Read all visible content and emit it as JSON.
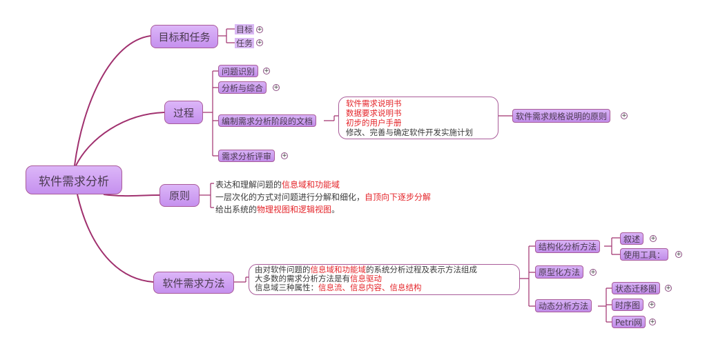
{
  "root": {
    "label": "软件需求分析"
  },
  "branches": {
    "goals": {
      "label": "目标和任务",
      "children": [
        "目标",
        "任务"
      ]
    },
    "process": {
      "label": "过程",
      "children": [
        "问题识别",
        "分析与综合",
        "编制需求分析阶段的文档",
        "需求分析评审"
      ],
      "documents": [
        "软件需求说明书",
        "数据要求说明书",
        "初步的用户手册",
        "修改、完善与确定软件开发实施计划"
      ],
      "spec_principle": "软件需求规格说明的原则"
    },
    "principles": {
      "label": "原则",
      "lines": [
        {
          "prefix": "表达和理解问题的",
          "highlight": "信息域和功能域",
          "suffix": ""
        },
        {
          "prefix": "一层次化的方式对问题进行分解和细化，",
          "highlight": "自顶向下逐步分解",
          "suffix": ""
        },
        {
          "prefix": "给出系统的",
          "highlight": "物理视图和逻辑视图",
          "suffix": "。"
        }
      ]
    },
    "methods": {
      "label": "软件需求方法",
      "description": [
        {
          "prefix": "由对软件问题的",
          "highlight": "信息域和功能域",
          "suffix": "的系统分析过程及表示方法组成"
        },
        {
          "prefix": "大多数的需求分析方法是有",
          "highlight": "信息驱动",
          "suffix": ""
        },
        {
          "prefix": "信息域三种属性：",
          "highlight": "信息流、信息内容、信息结构",
          "suffix": ""
        }
      ],
      "children": [
        "结构化分析方法",
        "原型化方法",
        "动态分析方法"
      ],
      "structured_children": [
        "叙述",
        "使用工具："
      ],
      "dynamic_children": [
        "状态迁移图",
        "时序图",
        "Petri网"
      ]
    }
  },
  "colors": {
    "line": "#a0306e",
    "node_fill": "#c890ef",
    "node_border": "#a85a98",
    "highlight": "#e4252a"
  },
  "expand_icon": "+"
}
